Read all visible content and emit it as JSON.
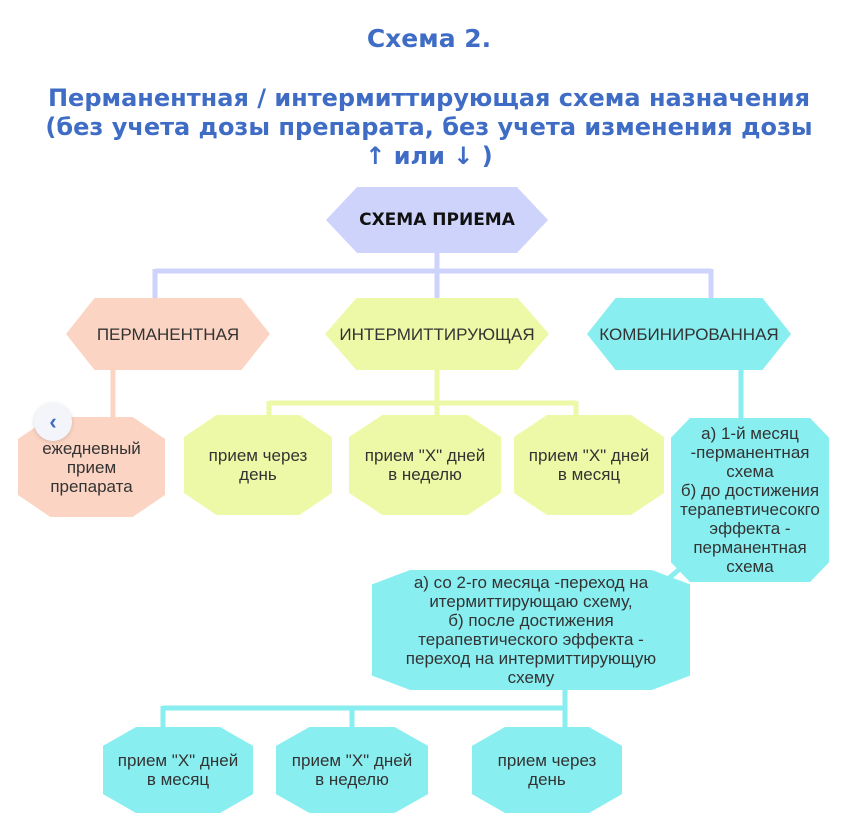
{
  "title": "Схема 2.",
  "subtitle": "Перманентная / интермиттирующая схема назначения\n (без учета дозы препарата, без учета изменения дозы\n↑ или ↓ )",
  "colors": {
    "title": "#3f6cc4",
    "root": "#cdd3fb",
    "permanent": "#fbd4c3",
    "intermittent": "#edf9a6",
    "combined": "#89eef0",
    "connector": "#cdd3fb"
  },
  "nodes": {
    "root": "СХЕМА ПРИЕМА",
    "permanent": "ПЕРМАНЕНТНАЯ",
    "intermittent": "ИНТЕРМИТТИРУЮЩАЯ",
    "combined": "КОМБИНИРОВАННАЯ",
    "daily": "ежедневный\nприем\nпрепарата",
    "every_other_day": "прием через\nдень",
    "x_days_week": "прием \"Х\" дней\nв неделю",
    "x_days_month": "прием \"Х\" дней\nв месяц",
    "combined_phase1": "а) 1-й месяц\n-перманентная\nсхема\nб) до достижения\nтерапевтичесокго\nэффекта -\nперманентная\nсхема",
    "combined_phase2": "а) со 2-го месяца -переход на\nитермиттирующаю схему,\nб) после достижения\nтерапевтического эффекта -\nпереход на интермиттирующую\nсхему",
    "bottom_x_days_month": "прием \"Х\" дней\nв месяц",
    "bottom_x_days_week": "прием \"Х\" дней\nв неделю",
    "bottom_every_other_day": "прием через\nдень"
  },
  "nav": {
    "back_icon": "chevron-left-icon",
    "glyph": "‹"
  }
}
